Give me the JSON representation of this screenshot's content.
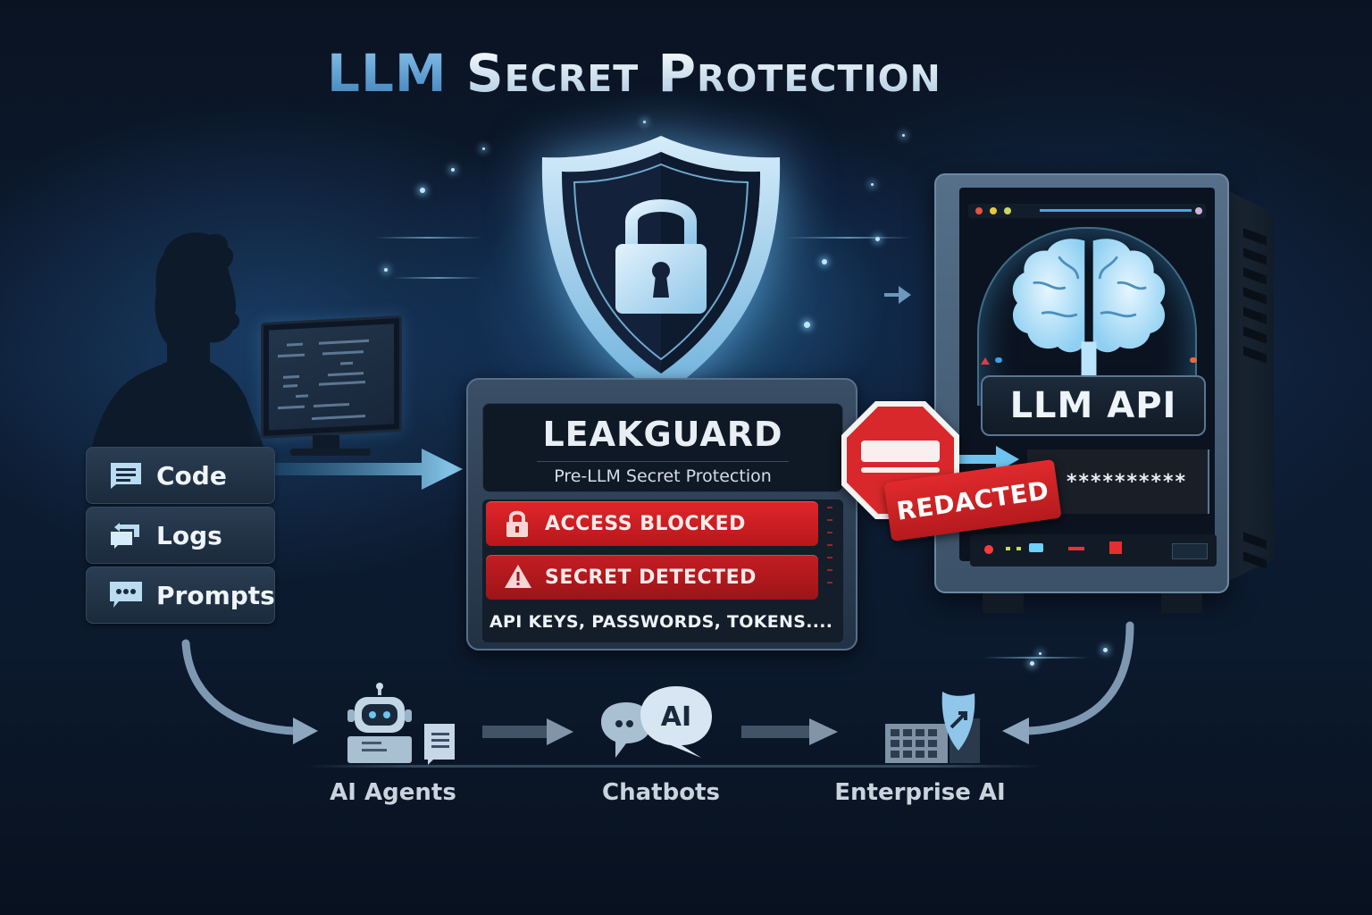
{
  "title": {
    "prefix": "LLM",
    "main": "Secret Protection",
    "prefix_color": "#5ea3d6"
  },
  "user": {
    "figure": "developer-silhouette",
    "device": "desktop-monitor-with-code"
  },
  "inputs": [
    {
      "label": "Code",
      "icon": "document-lines-icon"
    },
    {
      "label": "Logs",
      "icon": "sync-chat-icon"
    },
    {
      "label": "Prompts",
      "icon": "speech-bubble-dots-icon"
    }
  ],
  "shield": {
    "icon": "shield-padlock-icon",
    "color": "#a9d4f0"
  },
  "leakguard": {
    "name": "LEAKGUARD",
    "subtitle": "Pre-LLM Secret Protection",
    "alerts": [
      {
        "label": "ACCESS BLOCKED",
        "icon": "padlock-icon",
        "color": "#e0262a"
      },
      {
        "label": "SECRET DETECTED",
        "icon": "warning-triangle-icon",
        "color": "#c41d22"
      }
    ],
    "secret_types": "API KEYS, PASSWORDS, TOKENS...."
  },
  "block": {
    "icon": "stop-sign-icon",
    "badge": "REDACTED",
    "color": "#d8282b"
  },
  "llm_api": {
    "label": "LLM API",
    "icon": "brain-icon",
    "masked_value": "**********",
    "topbar_dots": [
      "#e0563e",
      "#e8c93c",
      "#c8d860"
    ]
  },
  "targets": [
    {
      "label": "AI Agents",
      "icon": "robot-icon"
    },
    {
      "label": "Chatbots",
      "icon": "ai-chat-bubbles-icon",
      "badge": "AI"
    },
    {
      "label": "Enterprise AI",
      "icon": "building-shield-icon"
    }
  ],
  "colors": {
    "background": "#0b1526",
    "accent_blue": "#6ec4ee",
    "alert_red": "#d8282b",
    "panel": "#223244"
  }
}
